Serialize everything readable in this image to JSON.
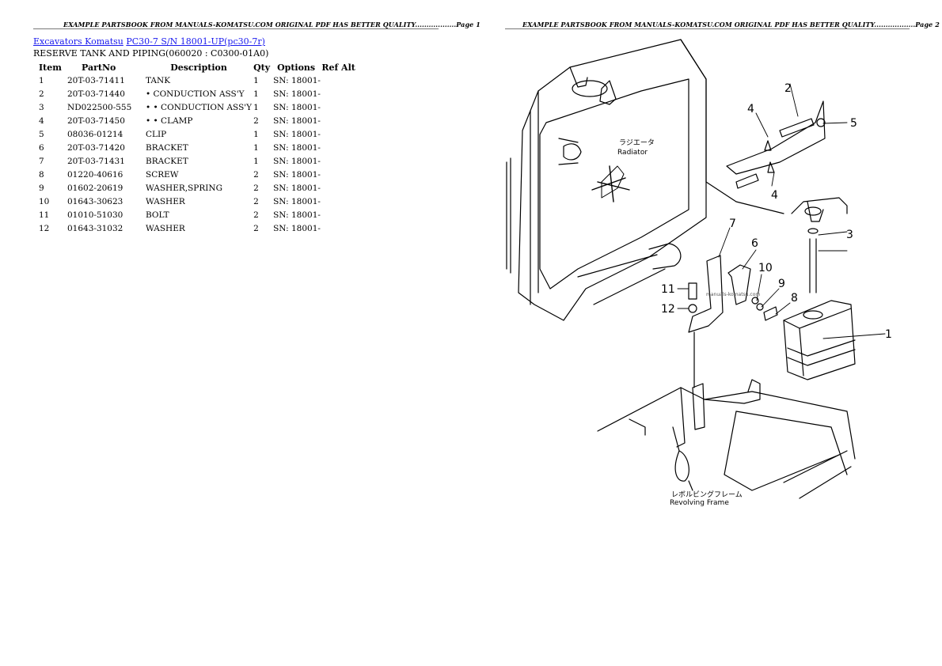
{
  "headers": {
    "page1": "EXAMPLE PARTSBOOK FROM MANUALS-KOMATSU.COM ORIGINAL PDF HAS BETTER QUALITY..................Page 1",
    "page2": "EXAMPLE PARTSBOOK FROM MANUALS-KOMATSU.COM ORIGINAL PDF HAS BETTER QUALITY..................Page 2"
  },
  "breadcrumb": {
    "category_link": "Excavators Komatsu",
    "model_link": "PC30-7 S/N 18001-UP(pc30-7r)"
  },
  "subtitle": "RESERVE TANK AND PIPING(060020 : C0300-01A0)",
  "table": {
    "columns": [
      "Item",
      "PartNo",
      "Description",
      "Qty",
      "Options",
      "Ref Alt"
    ],
    "rows": [
      [
        "1",
        "20T-03-71411",
        "TANK",
        "1",
        "SN: 18001-",
        ""
      ],
      [
        "2",
        "20T-03-71440",
        "• CONDUCTION ASS'Y",
        "1",
        "SN: 18001-",
        ""
      ],
      [
        "3",
        "ND022500-555",
        "• • CONDUCTION ASS'Y",
        "1",
        "SN: 18001-",
        ""
      ],
      [
        "4",
        "20T-03-71450",
        "• • CLAMP",
        "2",
        "SN: 18001-",
        ""
      ],
      [
        "5",
        "08036-01214",
        "CLIP",
        "1",
        "SN: 18001-",
        ""
      ],
      [
        "6",
        "20T-03-71420",
        "BRACKET",
        "1",
        "SN: 18001-",
        ""
      ],
      [
        "7",
        "20T-03-71431",
        "BRACKET",
        "1",
        "SN: 18001-",
        ""
      ],
      [
        "8",
        "01220-40616",
        "SCREW",
        "2",
        "SN: 18001-",
        ""
      ],
      [
        "9",
        "01602-20619",
        "WASHER,SPRING",
        "2",
        "SN: 18001-",
        ""
      ],
      [
        "10",
        "01643-30623",
        "WASHER",
        "2",
        "SN: 18001-",
        ""
      ],
      [
        "11",
        "01010-51030",
        "BOLT",
        "2",
        "SN: 18001-",
        ""
      ],
      [
        "12",
        "01643-31032",
        "WASHER",
        "2",
        "SN: 18001-",
        ""
      ]
    ]
  },
  "diagram": {
    "radiator_jp": "ラジエータ",
    "radiator_en": "Radiator",
    "frame_jp": "レボルビングフレーム",
    "frame_en": "Revolving  Frame",
    "watermark": "manuals-komatsu.com",
    "callouts": [
      "1",
      "2",
      "3",
      "4",
      "4",
      "5",
      "6",
      "7",
      "8",
      "9",
      "10",
      "11",
      "12"
    ]
  }
}
